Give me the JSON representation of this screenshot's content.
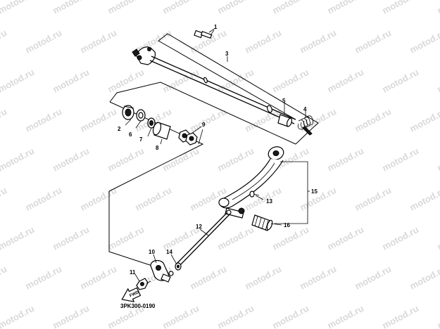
{
  "watermark_text": "motod.ru",
  "diagram_code": "3PK300-0190",
  "forward_arrow_text": "FWD",
  "callouts": {
    "c1": "1",
    "c2": "2",
    "c3": "3",
    "c4": "4",
    "c5": "5",
    "c6": "6",
    "c7": "7",
    "c8": "8",
    "c9": "9",
    "c10": "10",
    "c11": "11",
    "c12": "12",
    "c13": "13",
    "c14": "14",
    "c15": "15",
    "c16": "16"
  },
  "colors": {
    "line": "#000000",
    "watermark": "#d9d9d9",
    "background": "#ffffff"
  }
}
